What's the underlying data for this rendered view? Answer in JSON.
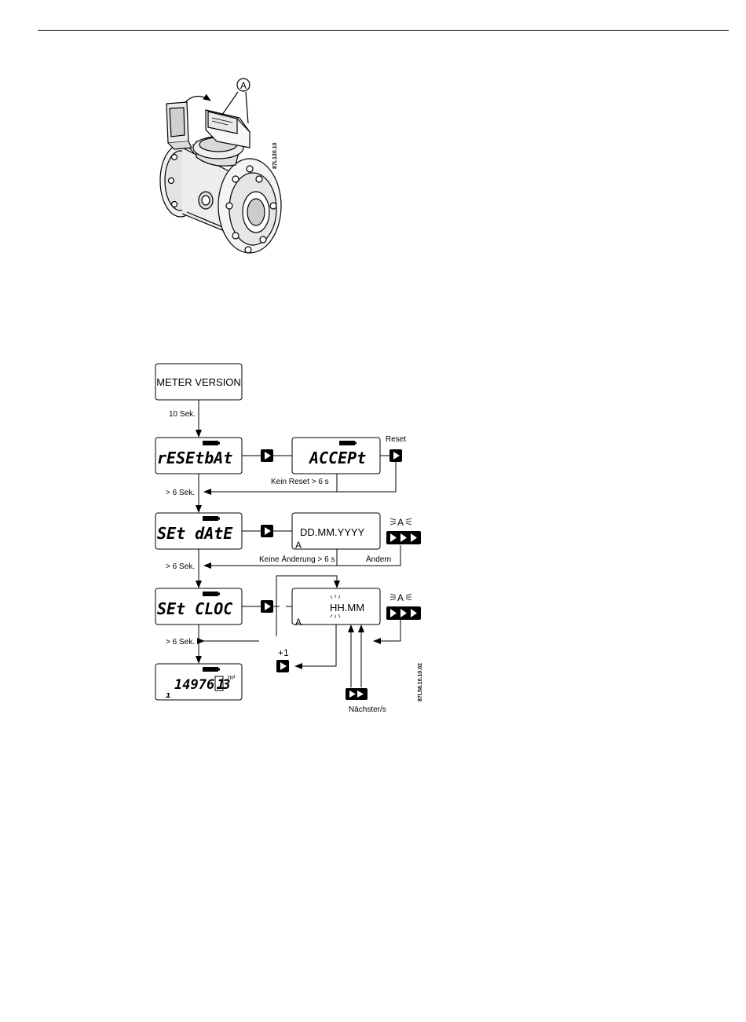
{
  "figure1": {
    "callout": "A",
    "code": "87L120.10"
  },
  "flow": {
    "meter_version": "METER VERSION",
    "delay_10": "10 Sek.",
    "delay_6_a": "> 6 Sek.",
    "delay_6_b": "> 6 Sek.",
    "delay_6_c": "> 6 Sek.",
    "lcd_reset": "rESEtbAt",
    "lcd_accept": "ACCEPt",
    "reset_label": "Reset",
    "no_reset": "Kein Reset > 6 s",
    "lcd_date": "SEt dAtE",
    "date_value": "DD.MM.YYYY",
    "date_marker": "A",
    "no_change": "Keine Änderung > 6 s",
    "change": "Ändern",
    "lcd_clock": "SEt CLOC",
    "time_value": "HH.MM",
    "time_marker": "A",
    "plus_one": "+1",
    "next": "Nächster/s",
    "volume_value": "14976.3",
    "volume_last_digit": "1",
    "volume_unit": "m³",
    "volume_marker": "ı",
    "blink_a": "A",
    "code": "87L58.10.10.02"
  }
}
